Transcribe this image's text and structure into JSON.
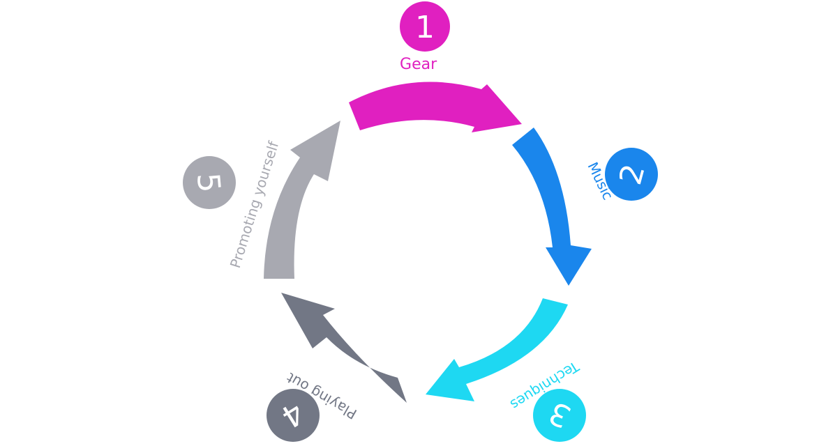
{
  "diagram": {
    "steps": [
      {
        "number": "1",
        "label": "Gear",
        "color": "#e020c0"
      },
      {
        "number": "2",
        "label": "Music",
        "color": "#1a86ec"
      },
      {
        "number": "3",
        "label": "Techniques",
        "color": "#1ed8f2"
      },
      {
        "number": "4",
        "label": "Playing out",
        "color": "#727785"
      },
      {
        "number": "5",
        "label": "Promoting yourself",
        "color": "#a8a9b1"
      }
    ]
  }
}
